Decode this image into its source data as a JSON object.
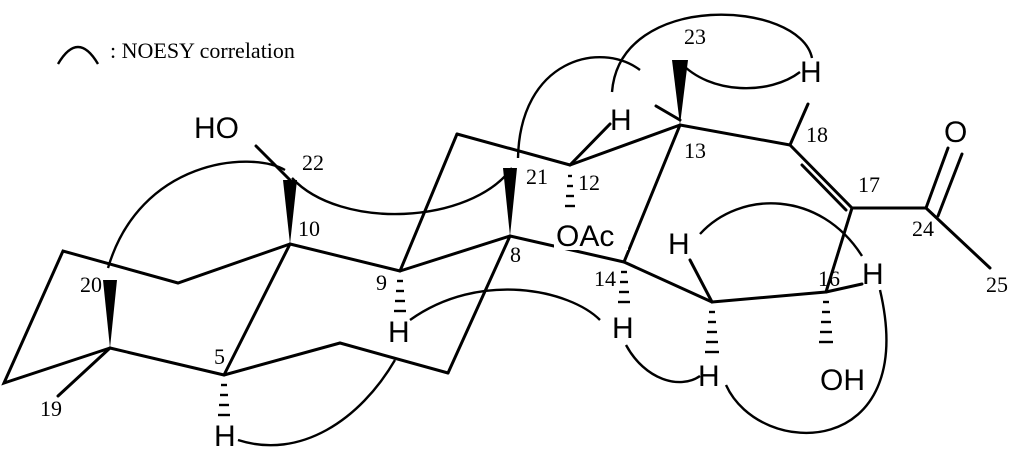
{
  "legend": {
    "text": ": NOESY correlation"
  },
  "atom_numbers": {
    "c5": "5",
    "c8": "8",
    "c9": "9",
    "c10": "10",
    "c12": "12",
    "c13": "13",
    "c14": "14",
    "c16": "16",
    "c17": "17",
    "c18": "18",
    "c19": "19",
    "c20": "20",
    "c21": "21",
    "c22": "22",
    "c23": "23",
    "c24": "24",
    "c25": "25"
  },
  "atom_labels": {
    "ho22": "HO",
    "oac": "OAc",
    "oh16": "OH",
    "o24": "O",
    "h": "H"
  }
}
